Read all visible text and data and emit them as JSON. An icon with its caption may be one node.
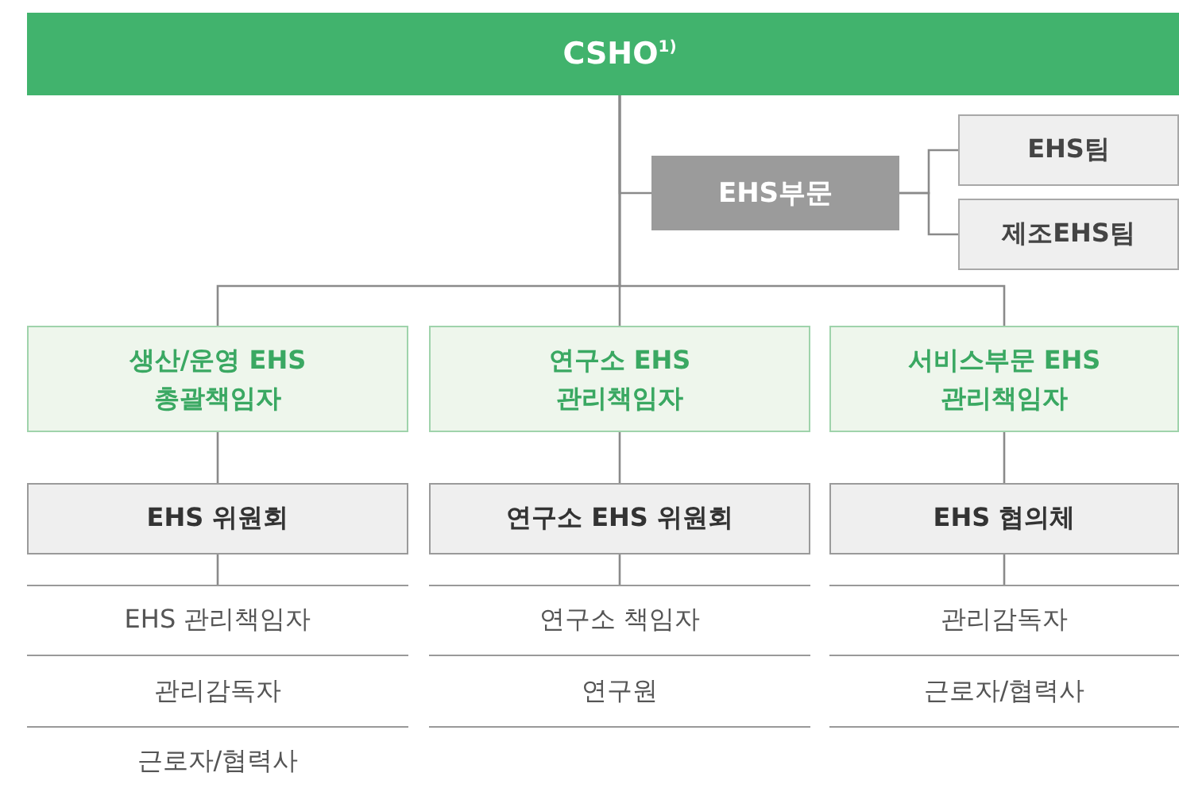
{
  "diagram": {
    "nodes": [
      {
        "text": [
          "CSHO$^{1)}$"
        ]
      },
      {
        "text": [
          "EHS부문"
        ]
      },
      {
        "text": [
          "EHS팀"
        ]
      },
      {
        "text": [
          "제조EHS팀"
        ]
      },
      {
        "text": [
          "생산/운영 EHS 총괄책임자"
        ]
      },
      {
        "text": [
          "연구소 EHS 관리책임자"
        ]
      },
      {
        "text": [
          "서비스부문 EHS 관리책임자"
        ]
      },
      {
        "text": [
          "EHS 위원회"
        ]
      },
      {
        "text": [
          "연구소 EHS 위원회"
        ]
      },
      {
        "text": [
          "EHS 협의체"
        ]
      },
      {
        "text": [
          "EHS 관리책임자"
        ]
      },
      {
        "text": [
          "관리감독자"
        ]
      },
      {
        "text": [
          "근로자/협력사"
        ]
      },
      {
        "text": [
          "연구소 책임자"
        ]
      },
      {
        "text": [
          "연구원"
        ]
      },
      {
        "text": [
          "관리감독자"
        ]
      },
      {
        "text": [
          "근로자/협력사"
        ]
      }
    ],
    "edges": [
      {
        "from": 0,
        "to": 1,
        "arrow": "none"
      },
      {
        "from": 1,
        "to": 2,
        "arrow": "none"
      },
      {
        "from": 1,
        "to": 3,
        "arrow": "none"
      },
      {
        "from": 0,
        "to": 4,
        "arrow": "none"
      },
      {
        "from": 0,
        "to": 5,
        "arrow": "none"
      },
      {
        "from": 0,
        "to": 6,
        "arrow": "none"
      },
      {
        "from": 4,
        "to": 7,
        "arrow": "none"
      },
      {
        "from": 5,
        "to": 8,
        "arrow": "none"
      },
      {
        "from": 6,
        "to": 9,
        "arrow": "none"
      },
      {
        "from": 7,
        "to": 10,
        "arrow": "none"
      },
      {
        "from": 8,
        "to": 13,
        "arrow": "none"
      },
      {
        "from": 9,
        "to": 15,
        "arrow": "none"
      }
    ]
  }
}
